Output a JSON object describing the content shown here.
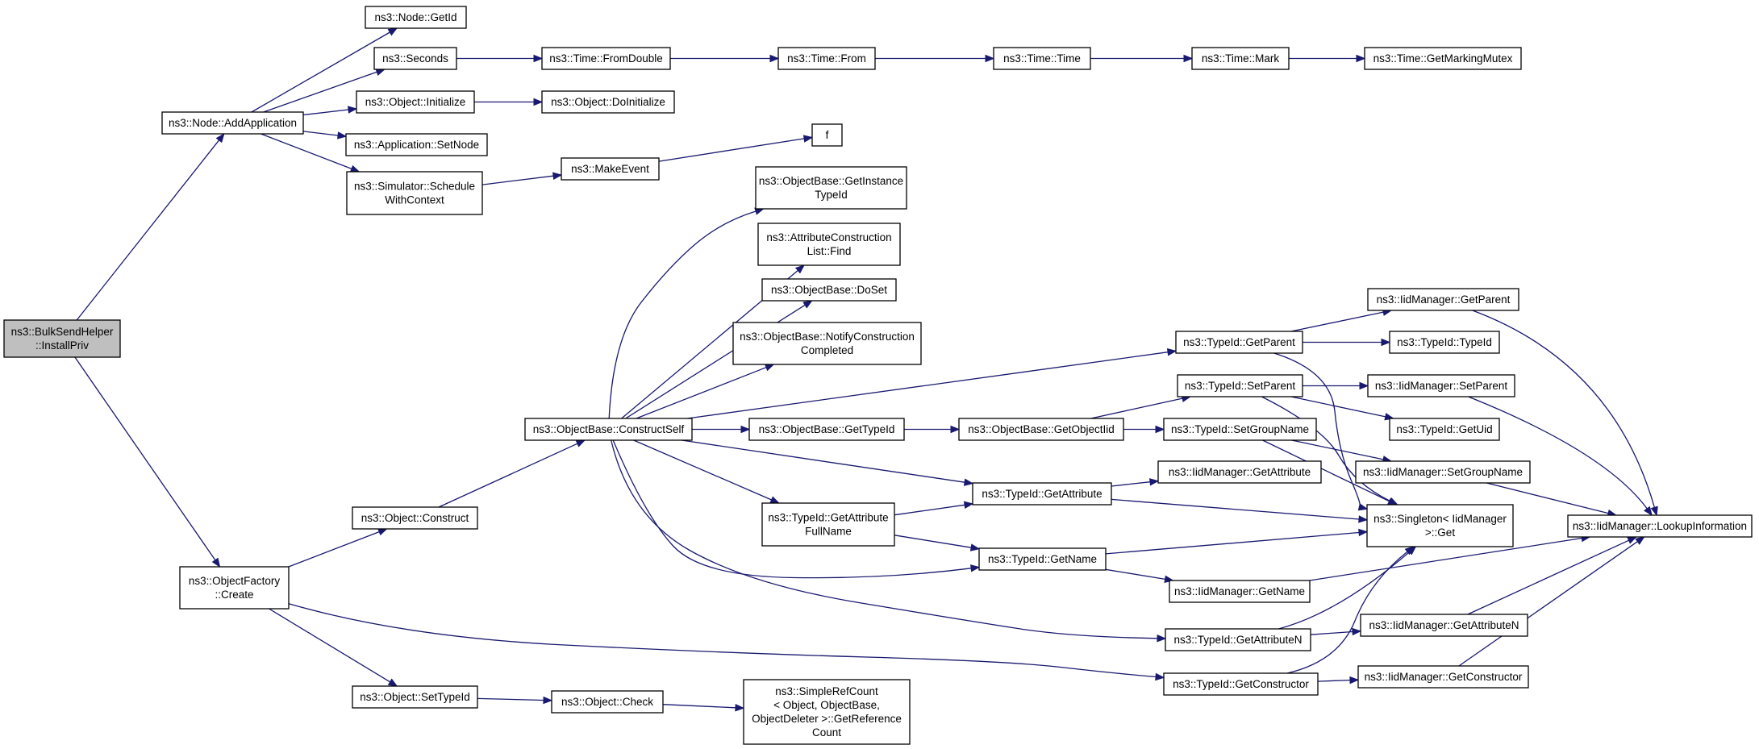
{
  "diagram": {
    "type": "call-graph",
    "colors": {
      "edge": "#191970",
      "root_fill": "#bfbfbf",
      "node_fill": "#ffffff",
      "node_border": "#000000"
    },
    "nodes": [
      {
        "id": "root",
        "lines": [
          "ns3::BulkSendHelper",
          "::InstallPriv"
        ],
        "root": true
      },
      {
        "id": "addApp",
        "lines": [
          "ns3::Node::AddApplication"
        ]
      },
      {
        "id": "getId",
        "lines": [
          "ns3::Node::GetId"
        ]
      },
      {
        "id": "seconds",
        "lines": [
          "ns3::Seconds"
        ]
      },
      {
        "id": "objInit",
        "lines": [
          "ns3::Object::Initialize"
        ]
      },
      {
        "id": "appSetNode",
        "lines": [
          "ns3::Application::SetNode"
        ]
      },
      {
        "id": "schedCtx",
        "lines": [
          "ns3::Simulator::Schedule",
          "WithContext"
        ]
      },
      {
        "id": "fromDouble",
        "lines": [
          "ns3::Time::FromDouble"
        ]
      },
      {
        "id": "timeFrom",
        "lines": [
          "ns3::Time::From"
        ]
      },
      {
        "id": "timeTime",
        "lines": [
          "ns3::Time::Time"
        ]
      },
      {
        "id": "timeMark",
        "lines": [
          "ns3::Time::Mark"
        ]
      },
      {
        "id": "markMutex",
        "lines": [
          "ns3::Time::GetMarkingMutex"
        ]
      },
      {
        "id": "doInit",
        "lines": [
          "ns3::Object::DoInitialize"
        ]
      },
      {
        "id": "makeEvent",
        "lines": [
          "ns3::MakeEvent"
        ]
      },
      {
        "id": "f",
        "lines": [
          "f"
        ]
      },
      {
        "id": "getInstTid",
        "lines": [
          "ns3::ObjectBase::GetInstance",
          "TypeId"
        ]
      },
      {
        "id": "attrFind",
        "lines": [
          "ns3::AttributeConstruction",
          "List::Find"
        ]
      },
      {
        "id": "doSet",
        "lines": [
          "ns3::ObjectBase::DoSet"
        ]
      },
      {
        "id": "notifyCC",
        "lines": [
          "ns3::ObjectBase::NotifyConstruction",
          "Completed"
        ]
      },
      {
        "id": "constructSelf",
        "lines": [
          "ns3::ObjectBase::ConstructSelf"
        ]
      },
      {
        "id": "obGetTid",
        "lines": [
          "ns3::ObjectBase::GetTypeId"
        ]
      },
      {
        "id": "getObjTid",
        "lines": [
          "ns3::ObjectBase::GetObjectIid"
        ]
      },
      {
        "id": "tidGetParent",
        "lines": [
          "ns3::TypeId::GetParent"
        ]
      },
      {
        "id": "tidSetParent",
        "lines": [
          "ns3::TypeId::SetParent"
        ]
      },
      {
        "id": "tidSetGroup",
        "lines": [
          "ns3::TypeId::SetGroupName"
        ]
      },
      {
        "id": "iidGetAttr",
        "lines": [
          "ns3::IidManager::GetAttribute"
        ]
      },
      {
        "id": "tidGetAttr",
        "lines": [
          "ns3::TypeId::GetAttribute"
        ]
      },
      {
        "id": "tidGetAttrFull",
        "lines": [
          "ns3::TypeId::GetAttribute",
          "FullName"
        ]
      },
      {
        "id": "tidGetName",
        "lines": [
          "ns3::TypeId::GetName"
        ]
      },
      {
        "id": "iidGetName",
        "lines": [
          "ns3::IidManager::GetName"
        ]
      },
      {
        "id": "tidGetAttrN",
        "lines": [
          "ns3::TypeId::GetAttributeN"
        ]
      },
      {
        "id": "tidGetCtor",
        "lines": [
          "ns3::TypeId::GetConstructor"
        ]
      },
      {
        "id": "iidGetParent",
        "lines": [
          "ns3::IidManager::GetParent"
        ]
      },
      {
        "id": "tidTypeId",
        "lines": [
          "ns3::TypeId::TypeId"
        ]
      },
      {
        "id": "iidSetParent",
        "lines": [
          "ns3::IidManager::SetParent"
        ]
      },
      {
        "id": "tidGetUid",
        "lines": [
          "ns3::TypeId::GetUid"
        ]
      },
      {
        "id": "iidSetGroup",
        "lines": [
          "ns3::IidManager::SetGroupName"
        ]
      },
      {
        "id": "singletonGet",
        "lines": [
          "ns3::Singleton< IidManager",
          " >::Get"
        ]
      },
      {
        "id": "iidGetAttrN",
        "lines": [
          "ns3::IidManager::GetAttributeN"
        ]
      },
      {
        "id": "iidGetCtor",
        "lines": [
          "ns3::IidManager::GetConstructor"
        ]
      },
      {
        "id": "lookupInfo",
        "lines": [
          "ns3::IidManager::LookupInformation"
        ]
      },
      {
        "id": "objConstruct",
        "lines": [
          "ns3::Object::Construct"
        ]
      },
      {
        "id": "objFactCreate",
        "lines": [
          "ns3::ObjectFactory",
          "::Create"
        ]
      },
      {
        "id": "objSetTid",
        "lines": [
          "ns3::Object::SetTypeId"
        ]
      },
      {
        "id": "objCheck",
        "lines": [
          "ns3::Object::Check"
        ]
      },
      {
        "id": "simpleRef",
        "lines": [
          "ns3::SimpleRefCount",
          "< Object, ObjectBase,",
          "ObjectDeleter >::GetReference",
          "Count"
        ]
      }
    ],
    "edges": [
      [
        "root",
        "addApp"
      ],
      [
        "root",
        "objFactCreate"
      ],
      [
        "addApp",
        "getId"
      ],
      [
        "addApp",
        "seconds"
      ],
      [
        "addApp",
        "objInit"
      ],
      [
        "addApp",
        "appSetNode"
      ],
      [
        "addApp",
        "schedCtx"
      ],
      [
        "seconds",
        "fromDouble"
      ],
      [
        "fromDouble",
        "timeFrom"
      ],
      [
        "timeFrom",
        "timeTime"
      ],
      [
        "timeTime",
        "timeMark"
      ],
      [
        "timeMark",
        "markMutex"
      ],
      [
        "objInit",
        "doInit"
      ],
      [
        "schedCtx",
        "makeEvent"
      ],
      [
        "makeEvent",
        "f"
      ],
      [
        "constructSelf",
        "getInstTid"
      ],
      [
        "constructSelf",
        "attrFind"
      ],
      [
        "constructSelf",
        "doSet"
      ],
      [
        "constructSelf",
        "notifyCC"
      ],
      [
        "constructSelf",
        "tidGetParent"
      ],
      [
        "constructSelf",
        "obGetTid"
      ],
      [
        "constructSelf",
        "tidGetAttr"
      ],
      [
        "constructSelf",
        "tidGetAttrFull"
      ],
      [
        "constructSelf",
        "tidGetName"
      ],
      [
        "constructSelf",
        "tidGetAttrN"
      ],
      [
        "obGetTid",
        "getObjTid"
      ],
      [
        "getObjTid",
        "tidSetParent"
      ],
      [
        "getObjTid",
        "tidSetGroup"
      ],
      [
        "tidGetParent",
        "iidGetParent"
      ],
      [
        "tidGetParent",
        "tidTypeId"
      ],
      [
        "tidGetParent",
        "singletonGet"
      ],
      [
        "tidSetParent",
        "iidSetParent"
      ],
      [
        "tidSetParent",
        "tidGetUid"
      ],
      [
        "tidSetParent",
        "singletonGet"
      ],
      [
        "tidSetGroup",
        "iidSetGroup"
      ],
      [
        "tidSetGroup",
        "singletonGet"
      ],
      [
        "tidGetAttr",
        "iidGetAttr"
      ],
      [
        "tidGetAttr",
        "singletonGet"
      ],
      [
        "tidGetAttrFull",
        "tidGetAttr"
      ],
      [
        "tidGetAttrFull",
        "tidGetName"
      ],
      [
        "tidGetName",
        "singletonGet"
      ],
      [
        "tidGetName",
        "iidGetName"
      ],
      [
        "tidGetAttrN",
        "singletonGet"
      ],
      [
        "tidGetAttrN",
        "iidGetAttrN"
      ],
      [
        "tidGetCtor",
        "singletonGet"
      ],
      [
        "tidGetCtor",
        "iidGetCtor"
      ],
      [
        "iidGetParent",
        "lookupInfo"
      ],
      [
        "iidSetParent",
        "lookupInfo"
      ],
      [
        "iidSetGroup",
        "lookupInfo"
      ],
      [
        "iidGetName",
        "lookupInfo"
      ],
      [
        "iidGetAttrN",
        "lookupInfo"
      ],
      [
        "iidGetCtor",
        "lookupInfo"
      ],
      [
        "objConstruct",
        "constructSelf"
      ],
      [
        "objFactCreate",
        "objConstruct"
      ],
      [
        "objFactCreate",
        "objSetTid"
      ],
      [
        "objFactCreate",
        "tidGetCtor"
      ],
      [
        "objSetTid",
        "objCheck"
      ],
      [
        "objCheck",
        "simpleRef"
      ]
    ]
  }
}
